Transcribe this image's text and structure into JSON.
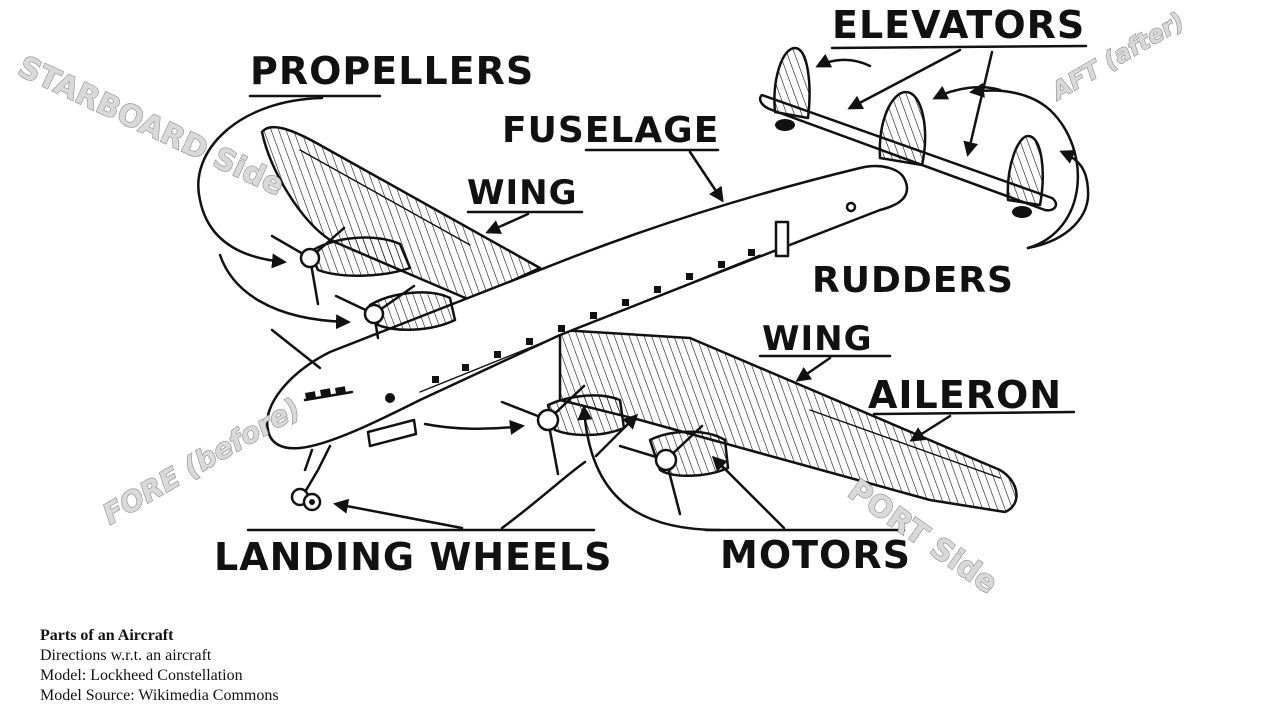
{
  "labels": {
    "propellers": "PROPELLERS",
    "elevators": "ELEVATORS",
    "fuselage": "FUSELAGE",
    "wing_starboard": "WING",
    "wing_port": "WING",
    "rudders": "RUDDERS",
    "aileron": "AILERON",
    "landing_wheels": "LANDING WHEELS",
    "motors": "MOTORS"
  },
  "directions": {
    "starboard": "STARBOARD Side",
    "port": "PORT Side",
    "fore": "FORE (before)",
    "aft": "AFT (after)"
  },
  "caption": {
    "title": "Parts of an Aircraft",
    "line1": "Directions w.r.t. an aircraft",
    "line2": "Model: Lockheed Constellation",
    "line3": "Model Source: Wikimedia Commons"
  }
}
